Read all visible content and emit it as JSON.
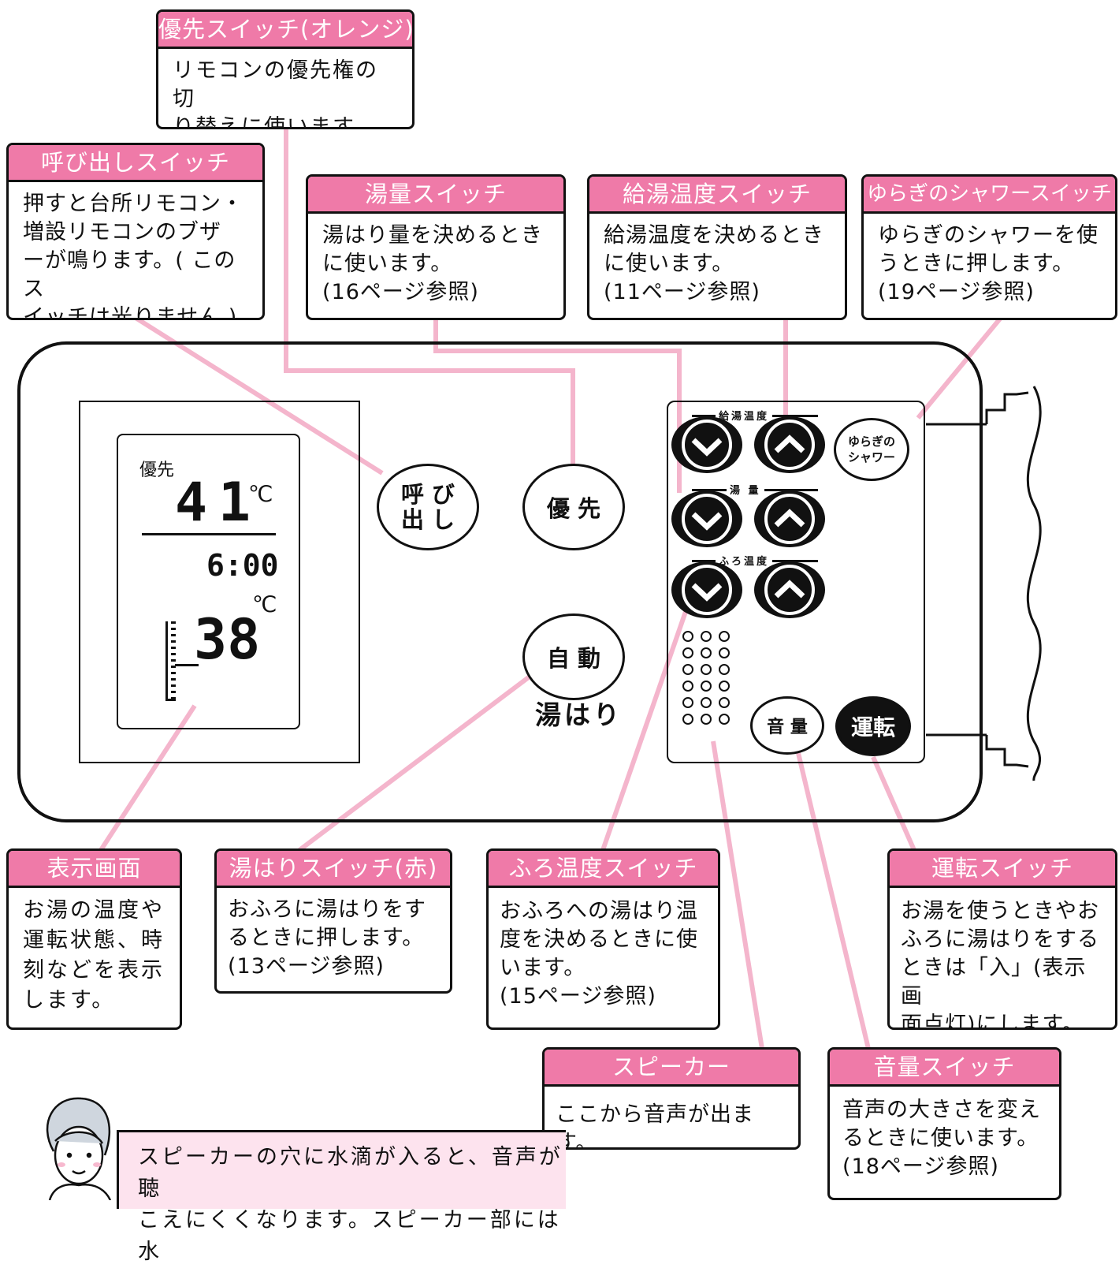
{
  "callouts": {
    "yusen": {
      "title": "優先スイッチ(オレンジ)",
      "body": "リモコンの優先権の切\nり替えに使います。"
    },
    "yobidashi": {
      "title": "呼び出しスイッチ",
      "body": "押すと台所リモコン・\n増設リモコンのブザ\nーが鳴ります。( このス\nイッチは光りません )"
    },
    "yuryo": {
      "title": "湯量スイッチ",
      "body": "湯はり量を決めるとき\nに使います。\n(16ページ参照)"
    },
    "kyuto": {
      "title": "給湯温度スイッチ",
      "body": "給湯温度を決めるとき\nに使います。\n(11ページ参照)"
    },
    "yuragi": {
      "title": "ゆらぎのシャワースイッチ",
      "body": "ゆらぎのシャワーを使\nうときに押します。\n(19ページ参照)"
    },
    "hyoji": {
      "title": "表示画面",
      "body": "お湯の温度や\n運転状態、時\n刻などを表示\nします。"
    },
    "yuhari": {
      "title": "湯はりスイッチ(赤)",
      "body": "おふろに湯はりをす\nるときに押します。\n(13ページ参照)"
    },
    "furo": {
      "title": "ふろ温度スイッチ",
      "body": "おふろへの湯はり温\n度を決めるときに使\nいます。\n(15ページ参照)"
    },
    "unten": {
      "title": "運転スイッチ",
      "body": "お湯を使うときやお\nふろに湯はりをする\nときは「入」(表示画\n面点灯)にします。"
    },
    "speaker": {
      "title": "スピーカー",
      "body": "ここから音声が出ます。"
    },
    "onryo": {
      "title": "音量スイッチ",
      "body": "音声の大きさを変え\nるときに使います。\n(18ページ参照)"
    }
  },
  "display": {
    "priority": "優先",
    "temp_top": "41",
    "temp_top_unit": "℃",
    "clock": "6:00",
    "temp_bottom": "38",
    "temp_bottom_unit": "℃"
  },
  "buttons": {
    "yobidashi": "呼 び\n出 し",
    "yusen": "優  先",
    "jido": "自  動",
    "yuhari_label": "湯はり",
    "yuragi": "ゆらぎの\nシャワー",
    "onryo": "音  量",
    "unten": "運転"
  },
  "panel": {
    "kyuto_label": "給湯温度",
    "yuryo_label": "湯 量",
    "furo_label": "ふろ温度"
  },
  "tip": {
    "text": "スピーカーの穴に水滴が入ると、音声が聴\nこえにくくなります。スピーカー部には水"
  },
  "colors": {
    "accent": "#ef7aa8",
    "leader": "#f4b5cc",
    "tip_bg": "#fde3ee"
  }
}
